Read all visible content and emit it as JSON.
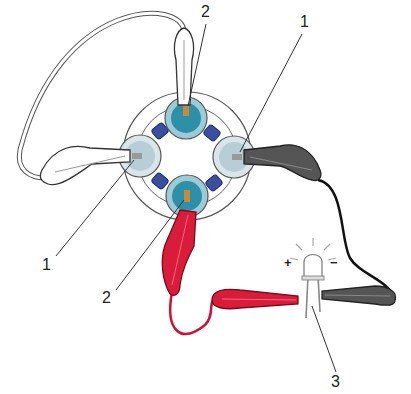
{
  "diagram": {
    "labels": [
      "2",
      "1",
      "1",
      "2",
      "3",
      "+",
      "−"
    ]
  }
}
